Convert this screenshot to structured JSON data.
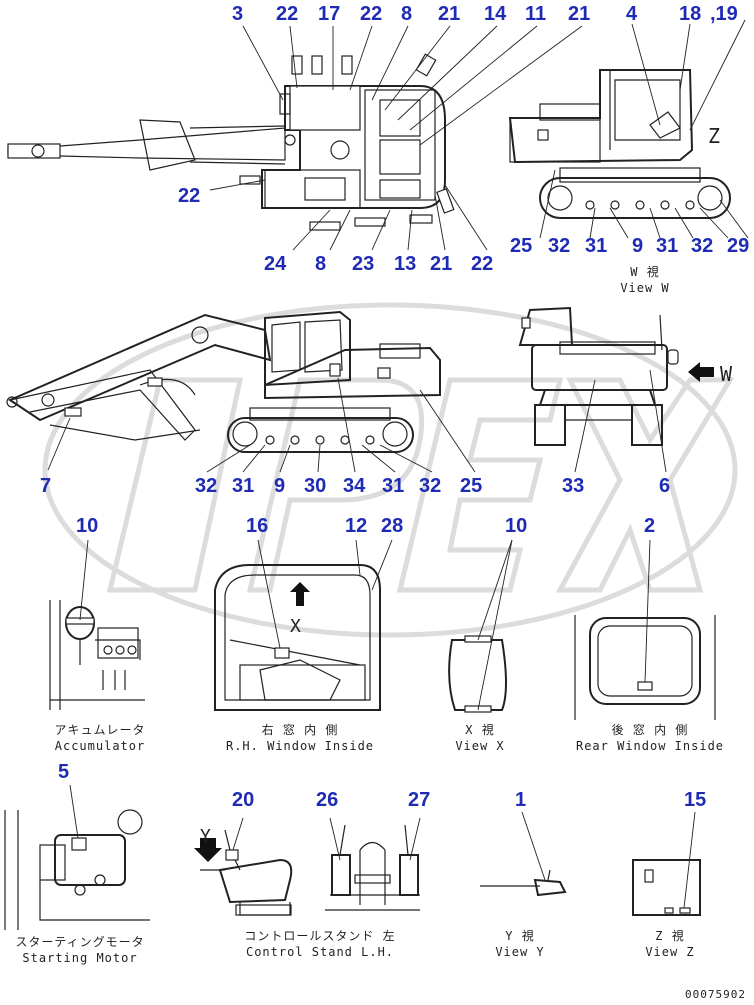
{
  "callouts": {
    "n3": "3",
    "n22a": "22",
    "n17": "17",
    "n22b": "22",
    "n8a": "8",
    "n21a": "21",
    "n14": "14",
    "n11": "11",
    "n21b": "21",
    "n4": "4",
    "n18": "18",
    "n19": ",19",
    "n22c": "22",
    "n24": "24",
    "n8b": "8",
    "n23": "23",
    "n13": "13",
    "n21c": "21",
    "n22d": "22",
    "n25a": "25",
    "n32a": "32",
    "n31a": "31",
    "n9a": "9",
    "n31b": "31",
    "n32b": "32",
    "n29": "29",
    "n7": "7",
    "n32c": "32",
    "n31c": "31",
    "n9b": "9",
    "n30": "30",
    "n34": "34",
    "n31d": "31",
    "n32d": "32",
    "n25b": "25",
    "n33": "33",
    "n6": "6",
    "n10a": "10",
    "n16": "16",
    "n12": "12",
    "n28": "28",
    "n10b": "10",
    "n2": "2",
    "n5": "5",
    "n20": "20",
    "n26": "26",
    "n27": "27",
    "n1": "1",
    "n15": "15"
  },
  "letters": {
    "z": "Z",
    "w": "W",
    "x": "X",
    "y": "Y"
  },
  "captions": {
    "view_w": {
      "jp": "W 視",
      "en": "View W"
    },
    "accumulator": {
      "jp": "アキュムレータ",
      "en": "Accumulator"
    },
    "rh_window": {
      "jp": "右 窓 内 側",
      "en": "R.H. Window Inside"
    },
    "view_x": {
      "jp": "X 視",
      "en": "View X"
    },
    "rear_window": {
      "jp": "後 窓 内 側",
      "en": "Rear Window Inside"
    },
    "starting_motor": {
      "jp": "スターティングモータ",
      "en": "Starting Motor"
    },
    "control_stand": {
      "jp": "コントロールスタンド 左",
      "en": "Control Stand L.H."
    },
    "view_y": {
      "jp": "Y 視",
      "en": "View Y"
    },
    "view_z": {
      "jp": "Z 視",
      "en": "View Z"
    }
  },
  "drawing_code": "00075902",
  "colors": {
    "callout": "#1f2bb5",
    "line": "#222222",
    "watermark": "#dcdcdc"
  }
}
